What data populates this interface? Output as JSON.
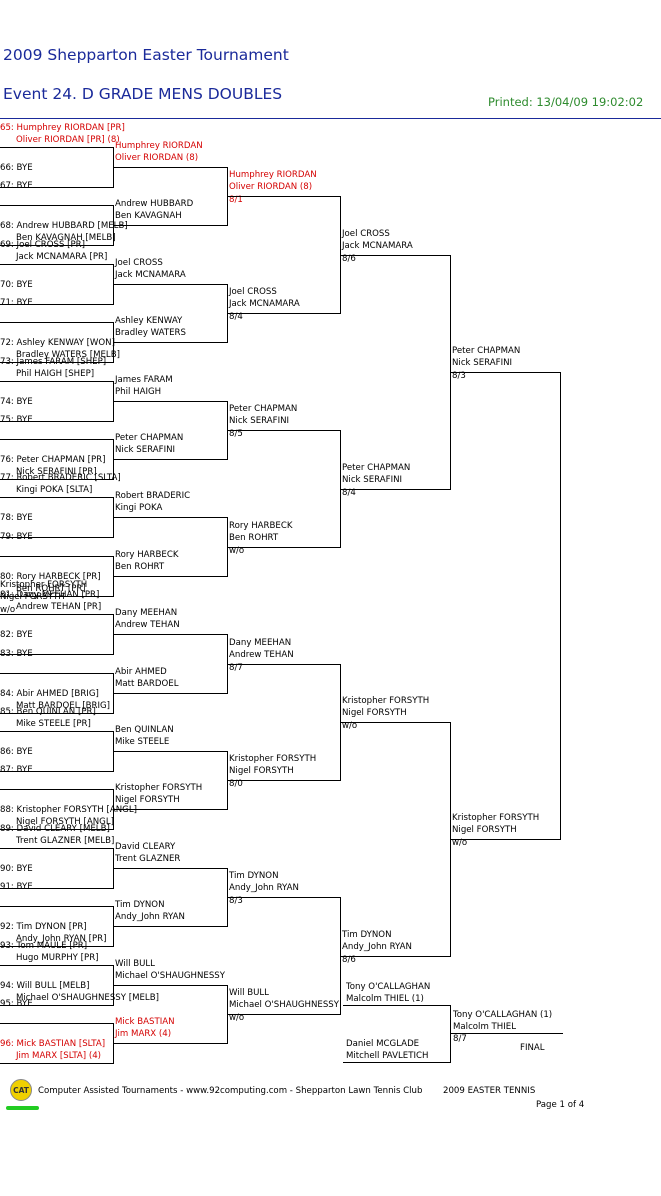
{
  "header": {
    "title": "2009 Shepparton Easter Tournament",
    "event": "Event 24. D GRADE MENS DOUBLES",
    "printed": "Printed: 13/04/09 19:02:02"
  },
  "round1": [
    {
      "l1": "65: Humphrey RIORDAN [PR]",
      "l2": "Oliver RIORDAN [PR] (8)"
    },
    {
      "l1": "66: BYE",
      "l2": ""
    },
    {
      "l1": "67: BYE",
      "l2": ""
    },
    {
      "l1": "68: Andrew HUBBARD [MELB]",
      "l2": "Ben KAVAGNAH [MELB]"
    },
    {
      "l1": "69: Joel CROSS [PR]",
      "l2": "Jack MCNAMARA [PR]"
    },
    {
      "l1": "70: BYE",
      "l2": ""
    },
    {
      "l1": "71: BYE",
      "l2": ""
    },
    {
      "l1": "72: Ashley KENWAY [WON]",
      "l2": "Bradley WATERS [MELB]"
    },
    {
      "l1": "73: James FARAM [SHEP]",
      "l2": "Phil HAIGH [SHEP]"
    },
    {
      "l1": "74: BYE",
      "l2": ""
    },
    {
      "l1": "75: BYE",
      "l2": ""
    },
    {
      "l1": "76: Peter CHAPMAN [PR]",
      "l2": "Nick SERAFINI [PR]"
    },
    {
      "l1": "77: Robert BRADERIC [SLTA]",
      "l2": "Kingi POKA [SLTA]"
    },
    {
      "l1": "78: BYE",
      "l2": ""
    },
    {
      "l1": "79: BYE",
      "l2": ""
    },
    {
      "l1": "80: Rory HARBECK [PR]",
      "l2": "Ben ROHRT [PR]"
    },
    {
      "l1": "81: Dany MEEHAN [PR]",
      "l2": "Andrew TEHAN [PR]"
    },
    {
      "l1": "82: BYE",
      "l2": ""
    },
    {
      "l1": "83: BYE",
      "l2": ""
    },
    {
      "l1": "84: Abir AHMED [BRIG]",
      "l2": "Matt BARDOEL [BRIG]"
    },
    {
      "l1": "85: Ben QUINLAN [PR]",
      "l2": "Mike STEELE [PR]"
    },
    {
      "l1": "86: BYE",
      "l2": ""
    },
    {
      "l1": "87: BYE",
      "l2": ""
    },
    {
      "l1": "88: Kristopher FORSYTH [ANGL]",
      "l2": "Nigel FORSYTH [ANGL]"
    },
    {
      "l1": "89: David CLEARY [MELB]",
      "l2": "Trent GLAZNER [MELB]"
    },
    {
      "l1": "90: BYE",
      "l2": ""
    },
    {
      "l1": "91: BYE",
      "l2": ""
    },
    {
      "l1": "92: Tim DYNON [PR]",
      "l2": "Andy_John RYAN [PR]"
    },
    {
      "l1": "93: Tom MAULE [PR]",
      "l2": "Hugo MURPHY [PR]"
    },
    {
      "l1": "94: Will BULL [MELB]",
      "l2": "Michael O'SHAUGHNESSY [MELB]"
    },
    {
      "l1": "95: BYE",
      "l2": ""
    },
    {
      "l1": "96: Mick BASTIAN [SLTA]",
      "l2": "Jim MARX [SLTA] (4)"
    }
  ],
  "round2": [
    {
      "l1": "Humphrey RIORDAN",
      "l2": "Oliver RIORDAN (8)",
      "score": ""
    },
    {
      "l1": "Andrew HUBBARD",
      "l2": "Ben KAVAGNAH",
      "score": ""
    },
    {
      "l1": "Joel CROSS",
      "l2": "Jack MCNAMARA",
      "score": ""
    },
    {
      "l1": "Ashley KENWAY",
      "l2": "Bradley WATERS",
      "score": ""
    },
    {
      "l1": "James FARAM",
      "l2": "Phil HAIGH",
      "score": ""
    },
    {
      "l1": "Peter CHAPMAN",
      "l2": "Nick SERAFINI",
      "score": ""
    },
    {
      "l1": "Robert BRADERIC",
      "l2": "Kingi POKA",
      "score": ""
    },
    {
      "l1": "Rory HARBECK",
      "l2": "Ben ROHRT",
      "score": ""
    },
    {
      "l1": "Dany MEEHAN",
      "l2": "Andrew TEHAN",
      "score": ""
    },
    {
      "l1": "Abir AHMED",
      "l2": "Matt BARDOEL",
      "score": ""
    },
    {
      "l1": "Ben QUINLAN",
      "l2": "Mike STEELE",
      "score": ""
    },
    {
      "l1": "Kristopher FORSYTH",
      "l2": "Nigel FORSYTH",
      "score": ""
    },
    {
      "l1": "David CLEARY",
      "l2": "Trent GLAZNER",
      "score": ""
    },
    {
      "l1": "Tim DYNON",
      "l2": "Andy_John RYAN",
      "score": ""
    },
    {
      "l1": "Will BULL",
      "l2": "Michael O'SHAUGHNESSY",
      "score": ""
    },
    {
      "l1": "Mick BASTIAN",
      "l2": "Jim MARX (4)",
      "score": ""
    }
  ],
  "round3": [
    {
      "l1": "Humphrey RIORDAN",
      "l2": "Oliver RIORDAN (8)",
      "score": "8/1"
    },
    {
      "l1": "Joel CROSS",
      "l2": "Jack MCNAMARA",
      "score": "8/4"
    },
    {
      "l1": "Peter CHAPMAN",
      "l2": "Nick SERAFINI",
      "score": "8/5"
    },
    {
      "l1": "Rory HARBECK",
      "l2": "Ben ROHRT",
      "score": "w/o"
    },
    {
      "l1": "Dany MEEHAN",
      "l2": "Andrew TEHAN",
      "score": "8/7"
    },
    {
      "l1": "Kristopher FORSYTH",
      "l2": "Nigel FORSYTH",
      "score": "8/0"
    },
    {
      "l1": "Tim DYNON",
      "l2": "Andy_John RYAN",
      "score": "8/3"
    },
    {
      "l1": "Will BULL",
      "l2": "Michael O'SHAUGHNESSY",
      "score": "w/o"
    }
  ],
  "round4": [
    {
      "l1": "Joel CROSS",
      "l2": "Jack MCNAMARA",
      "score": "8/6"
    },
    {
      "l1": "Peter CHAPMAN",
      "l2": "Nick SERAFINI",
      "score": "8/4"
    },
    {
      "l1": "Kristopher FORSYTH",
      "l2": "Nigel FORSYTH",
      "score": "w/o"
    },
    {
      "l1": "Tim DYNON",
      "l2": "Andy_John RYAN",
      "score": "8/6"
    }
  ],
  "round5": [
    {
      "l1": "Peter CHAPMAN",
      "l2": "Nick SERAFINI",
      "score": "8/3"
    },
    {
      "l1": "Kristopher FORSYTH",
      "l2": "Nigel FORSYTH",
      "score": "w/o"
    }
  ],
  "round6": [
    {
      "l1": "Kristopher FORSYTH",
      "l2": "Nigel FORSYTH",
      "score": "w/o"
    }
  ],
  "playoff": {
    "p1_l1": "Tony O'CALLAGHAN",
    "p1_l2": "Malcolm THIEL (1)",
    "p2_l1": "Daniel MCGLADE",
    "p2_l2": "Mitchell PAVLETICH",
    "win_l1": "Tony O'CALLAGHAN (1)",
    "win_l2": "Malcolm THIEL",
    "win_score": "8/7",
    "final_label": "FINAL"
  },
  "footer": {
    "logo": "CAT",
    "text": "Computer Assisted Tournaments - www.92computing.com -  Shepparton Lawn Tennis Club",
    "event": "2009 EASTER TENNIS",
    "page": "Page 1 of 4"
  },
  "colors": {
    "title": "#1a2a9a",
    "printed": "#2e8b2e",
    "seed_red": "#d40000"
  }
}
